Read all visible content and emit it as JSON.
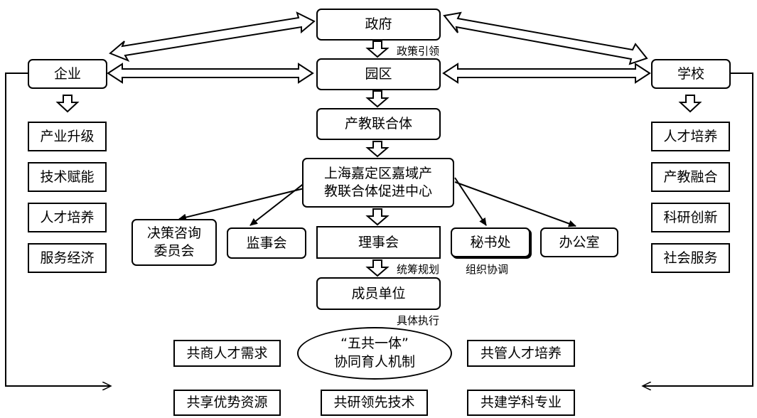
{
  "top": {
    "gov": "政府",
    "park": "园区",
    "consortium": "产教联合体",
    "enterprise": "企业",
    "school": "学校"
  },
  "center": {
    "line1": "上海嘉定区嘉域产",
    "line2": "教联合体促进中心"
  },
  "org": {
    "advisory_line1": "决策咨询",
    "advisory_line2": "委员会",
    "supervisory": "监事会",
    "council": "理事会",
    "secretariat": "秘书处",
    "office": "办公室",
    "members": "成员单位"
  },
  "labels": {
    "policy": "政策引领",
    "planning": "统筹规划",
    "coordination": "组织协调",
    "execution": "具体执行"
  },
  "enterprise_items": [
    "产业升级",
    "技术赋能",
    "人才培养",
    "服务经济"
  ],
  "school_items": [
    "人才培养",
    "产教融合",
    "科研创新",
    "社会服务"
  ],
  "mechanism": {
    "line1": "“五共一体”",
    "line2": "协同育人机制"
  },
  "co_boxes": {
    "demand": "共商人才需求",
    "manage": "共管人才培养",
    "share": "共享优势资源",
    "research": "共研领先技术",
    "build": "共建学科专业"
  }
}
